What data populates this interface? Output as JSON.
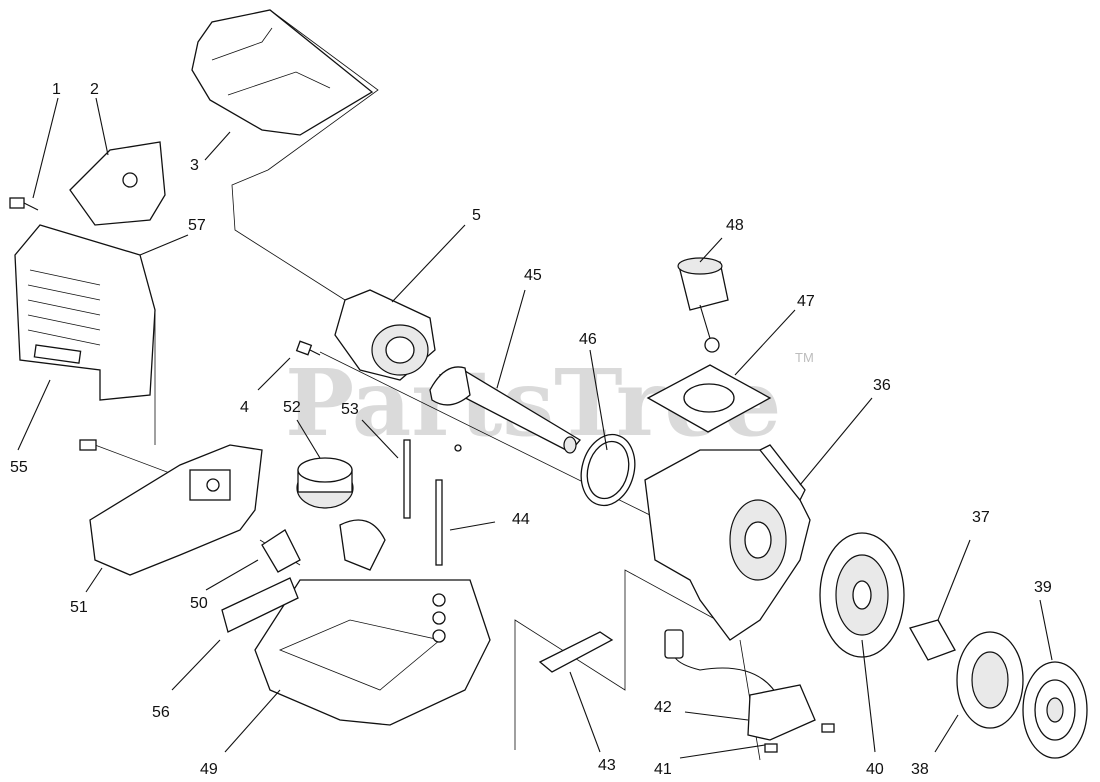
{
  "watermark": {
    "text": "PartsTree",
    "trademark": "TM"
  },
  "callouts": {
    "n1": "1",
    "n2": "2",
    "n3": "3",
    "n4": "4",
    "n5": "5",
    "n36": "36",
    "n37": "37",
    "n38": "38",
    "n39": "39",
    "n40": "40",
    "n41": "41",
    "n42": "42",
    "n43": "43",
    "n44": "44",
    "n45": "45",
    "n46": "46",
    "n47": "47",
    "n48": "48",
    "n49": "49",
    "n50": "50",
    "n51": "51",
    "n52": "52",
    "n53": "53",
    "n55": "55",
    "n56": "56",
    "n57": "57"
  }
}
